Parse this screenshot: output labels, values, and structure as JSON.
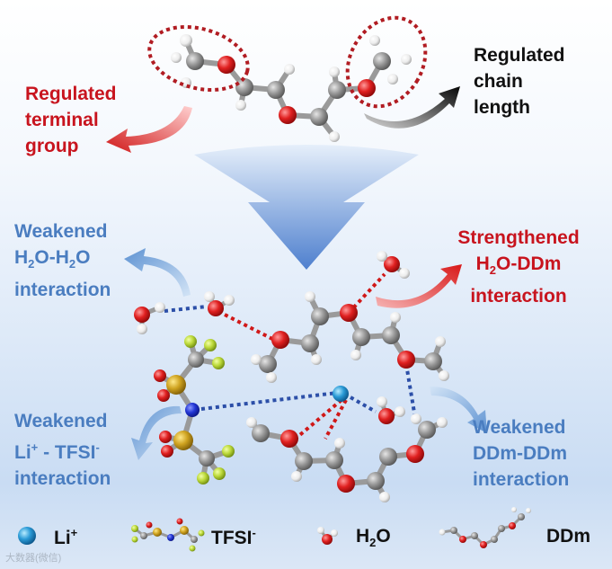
{
  "labels": {
    "regulated_terminal": [
      "Regulated",
      "terminal",
      "group"
    ],
    "regulated_chain": [
      "Regulated",
      "chain",
      "length"
    ],
    "weakened_h2o": {
      "l1": "Weakened",
      "l2a": "H",
      "l2sub1": "2",
      "l2b": "O-H",
      "l2sub2": "2",
      "l2c": "O",
      "l3": "interaction"
    },
    "strengthened": {
      "l1": "Strengthened",
      "l2a": "H",
      "l2sub": "2",
      "l2b": "O-DDm",
      "l3": "interaction"
    },
    "weakened_li": {
      "l1": "Weakened",
      "l2a": "Li",
      "l2sup1": "+",
      "l2b": " - TFSI",
      "l2sup2": "-",
      "l3": "interaction"
    },
    "weakened_ddm": {
      "l1": "Weakened",
      "l2": "DDm-DDm",
      "l3": "interaction"
    }
  },
  "legend": {
    "li": {
      "text": "Li",
      "sup": "+"
    },
    "tfsi": {
      "text": "TFSI",
      "sup": "-"
    },
    "h2o": {
      "a": "H",
      "sub": "2",
      "b": "O"
    },
    "ddm": {
      "text": "DDm"
    }
  },
  "watermark": "大数器(微信)",
  "colors": {
    "red": "#c8141e",
    "blue": "#4a7dc0",
    "carbon": "#8a8a8a",
    "oxygen": "#d81e1e",
    "hydrogen": "#f2f2f2",
    "nitrogen": "#1c2fd0",
    "sulfur": "#c9a21c",
    "fluorine": "#b7d63a",
    "lithium": "#2a9ad6"
  }
}
